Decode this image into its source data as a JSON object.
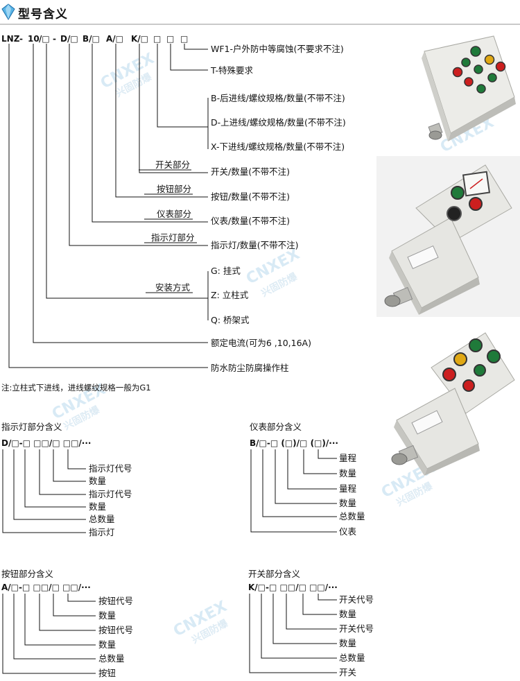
{
  "header": {
    "title": "型号含义",
    "icon": "diamond-icon"
  },
  "model": {
    "parts": [
      "LNZ",
      "-",
      "10",
      "/□",
      "-",
      "D/□",
      "B/□",
      "A/□",
      "K/□",
      "□",
      "□",
      "□"
    ],
    "labels": {
      "wf1": "WF1-户外防中等腐蚀(不要求不注)",
      "t": "T-特殊要求",
      "b": "B-后进线/螺纹规格/数量(不带不注)",
      "d": "D-上进线/螺纹规格/数量(不带不注)",
      "x": "X-下进线/螺纹规格/数量(不带不注)",
      "switch_part": "开关部分",
      "switch_qty": "开关/数量(不带不注)",
      "button_part": "按钮部分",
      "button_qty": "按钮/数量(不带不注)",
      "meter_part": "仪表部分",
      "meter_qty": "仪表/数量(不带不注)",
      "lamp_part": "指示灯部分",
      "lamp_qty": "指示灯/数量(不带不注)",
      "install": "安装方式",
      "g": "G: 挂式",
      "z": "Z: 立柱式",
      "q": "Q: 桥架式",
      "current": "额定电流(可为6 ,10,16A)",
      "product": "防水防尘防腐操作柱"
    },
    "note": "注:立柱式下进线，进线螺纹规格一般为G1"
  },
  "sections": {
    "lamp": {
      "title": "指示灯部分含义",
      "code": "D/□-□ □□/□ □□/···",
      "labels": [
        "指示灯代号",
        "数量",
        "指示灯代号",
        "数量",
        "总数量",
        "指示灯"
      ]
    },
    "meter": {
      "title": "仪表部分含义",
      "code": "B/□-□ (□)/□ (□)/···",
      "labels": [
        "量程",
        "数量",
        "量程",
        "数量",
        "总数量",
        "仪表"
      ]
    },
    "button": {
      "title": "按钮部分含义",
      "code": "A/□-□ □□/□ □□/···",
      "labels": [
        "按钮代号",
        "数量",
        "按钮代号",
        "数量",
        "总数量",
        "按钮"
      ]
    },
    "switch": {
      "title": "开关部分含义",
      "code": "K/□-□ □□/□ □□/···",
      "labels": [
        "开关代号",
        "数量",
        "开关代号",
        "数量",
        "总数量",
        "开关"
      ]
    }
  },
  "watermark": {
    "brand": "CNXEX",
    "sub": "兴固防爆"
  },
  "colors": {
    "line": "#111111",
    "lamp_green": "#1f7a3a",
    "lamp_yellow": "#e0a814",
    "lamp_red": "#cc1f1f",
    "enclosure": "#e6e6e2"
  }
}
